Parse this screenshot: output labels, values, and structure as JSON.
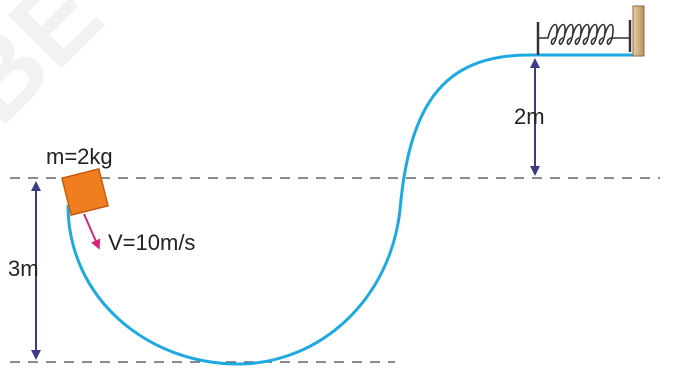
{
  "labels": {
    "mass": "m=2kg",
    "velocity": "V=10m/s",
    "height_left": "3m",
    "height_right": "2m"
  },
  "watermark": {
    "text": "BE V"
  },
  "colors": {
    "track": "#1fa9e1",
    "block": "#f07d1e",
    "block_edge": "#c85a10",
    "velocity_arrow": "#d6287a",
    "dimension_arrow": "#3b3b8a",
    "dashed_line": "#666666",
    "spring": "#333333",
    "wall": "#c9a77a"
  }
}
